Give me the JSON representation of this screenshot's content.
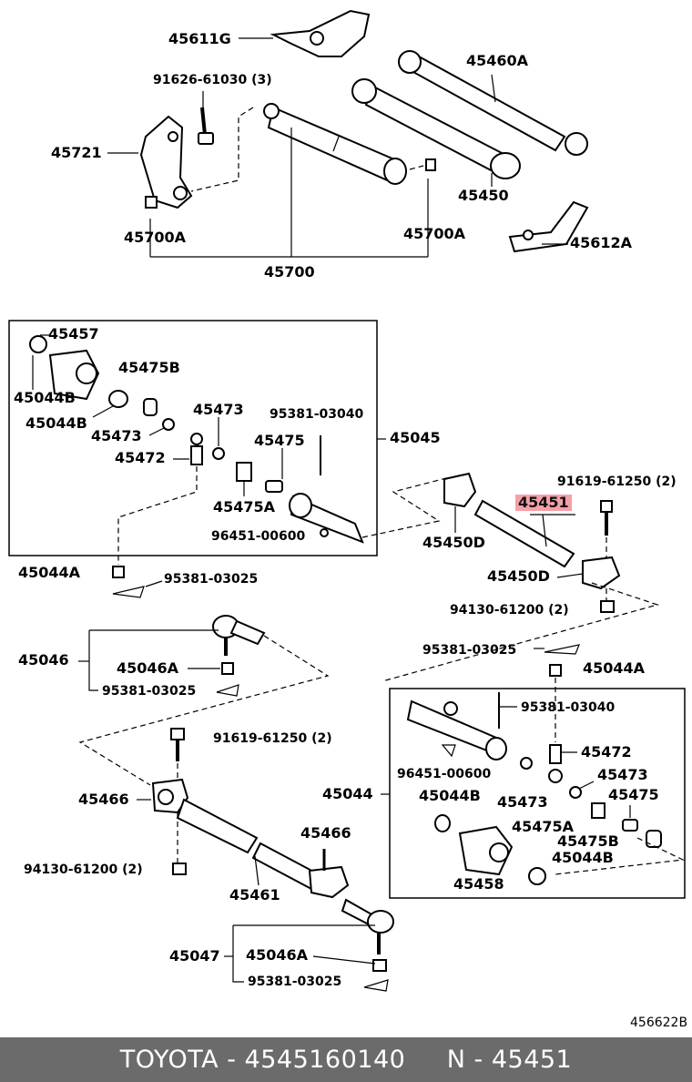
{
  "labels": {
    "p45611g": "45611G",
    "p91626": "91626-61030 (3)",
    "p45460a": "45460A",
    "p45721": "45721",
    "p45700a_l": "45700A",
    "p45700a_r": "45700A",
    "p45450": "45450",
    "p45612a": "45612A",
    "p45700": "45700",
    "p45457": "45457",
    "p45475b_top": "45475B",
    "p45044b_1": "45044B",
    "p45044b_2": "45044B",
    "p45473_a": "45473",
    "p45473_b": "45473",
    "p95381_03040_top": "95381-03040",
    "p45045": "45045",
    "p45475_top": "45475",
    "p45472_top": "45472",
    "p45475a_top": "45475A",
    "p96451_top": "96451-00600",
    "p45450d_a": "45450D",
    "p45451": "45451",
    "p91619_top": "91619-61250 (2)",
    "p45044a_top": "45044A",
    "p95381_03025_a": "95381-03025",
    "p45450d_b": "45450D",
    "p94130_top": "94130-61200 (2)",
    "p95381_03025_b": "95381-03025",
    "p45046": "45046",
    "p45046a_top": "45046A",
    "p95381_03025_c": "95381-03025",
    "p45044a_mid": "45044A",
    "p95381_03040_bot": "95381-03040",
    "p91619_bot": "91619-61250 (2)",
    "p45472_bot": "45472",
    "p96451_bot": "96451-00600",
    "p45473_c": "45473",
    "p45473_d": "45473",
    "p45466_l": "45466",
    "p45044": "45044",
    "p45044b_3": "45044B",
    "p45475_bot": "45475",
    "p45475a_bot": "45475A",
    "p45475b_bot": "45475B",
    "p45466_r": "45466",
    "p45044b_4": "45044B",
    "p94130_bot": "94130-61200 (2)",
    "p45458": "45458",
    "p45461": "45461",
    "p45047": "45047",
    "p45046a_bot": "45046A",
    "p95381_03025_d": "95381-03025",
    "ref": "456622B"
  },
  "footer": {
    "text": "TOYOTA - 4545160140     N - 45451"
  },
  "colors": {
    "highlight": "#f4a0a8",
    "footer_bg": "#6b6b6b",
    "footer_text": "#ffffff"
  }
}
